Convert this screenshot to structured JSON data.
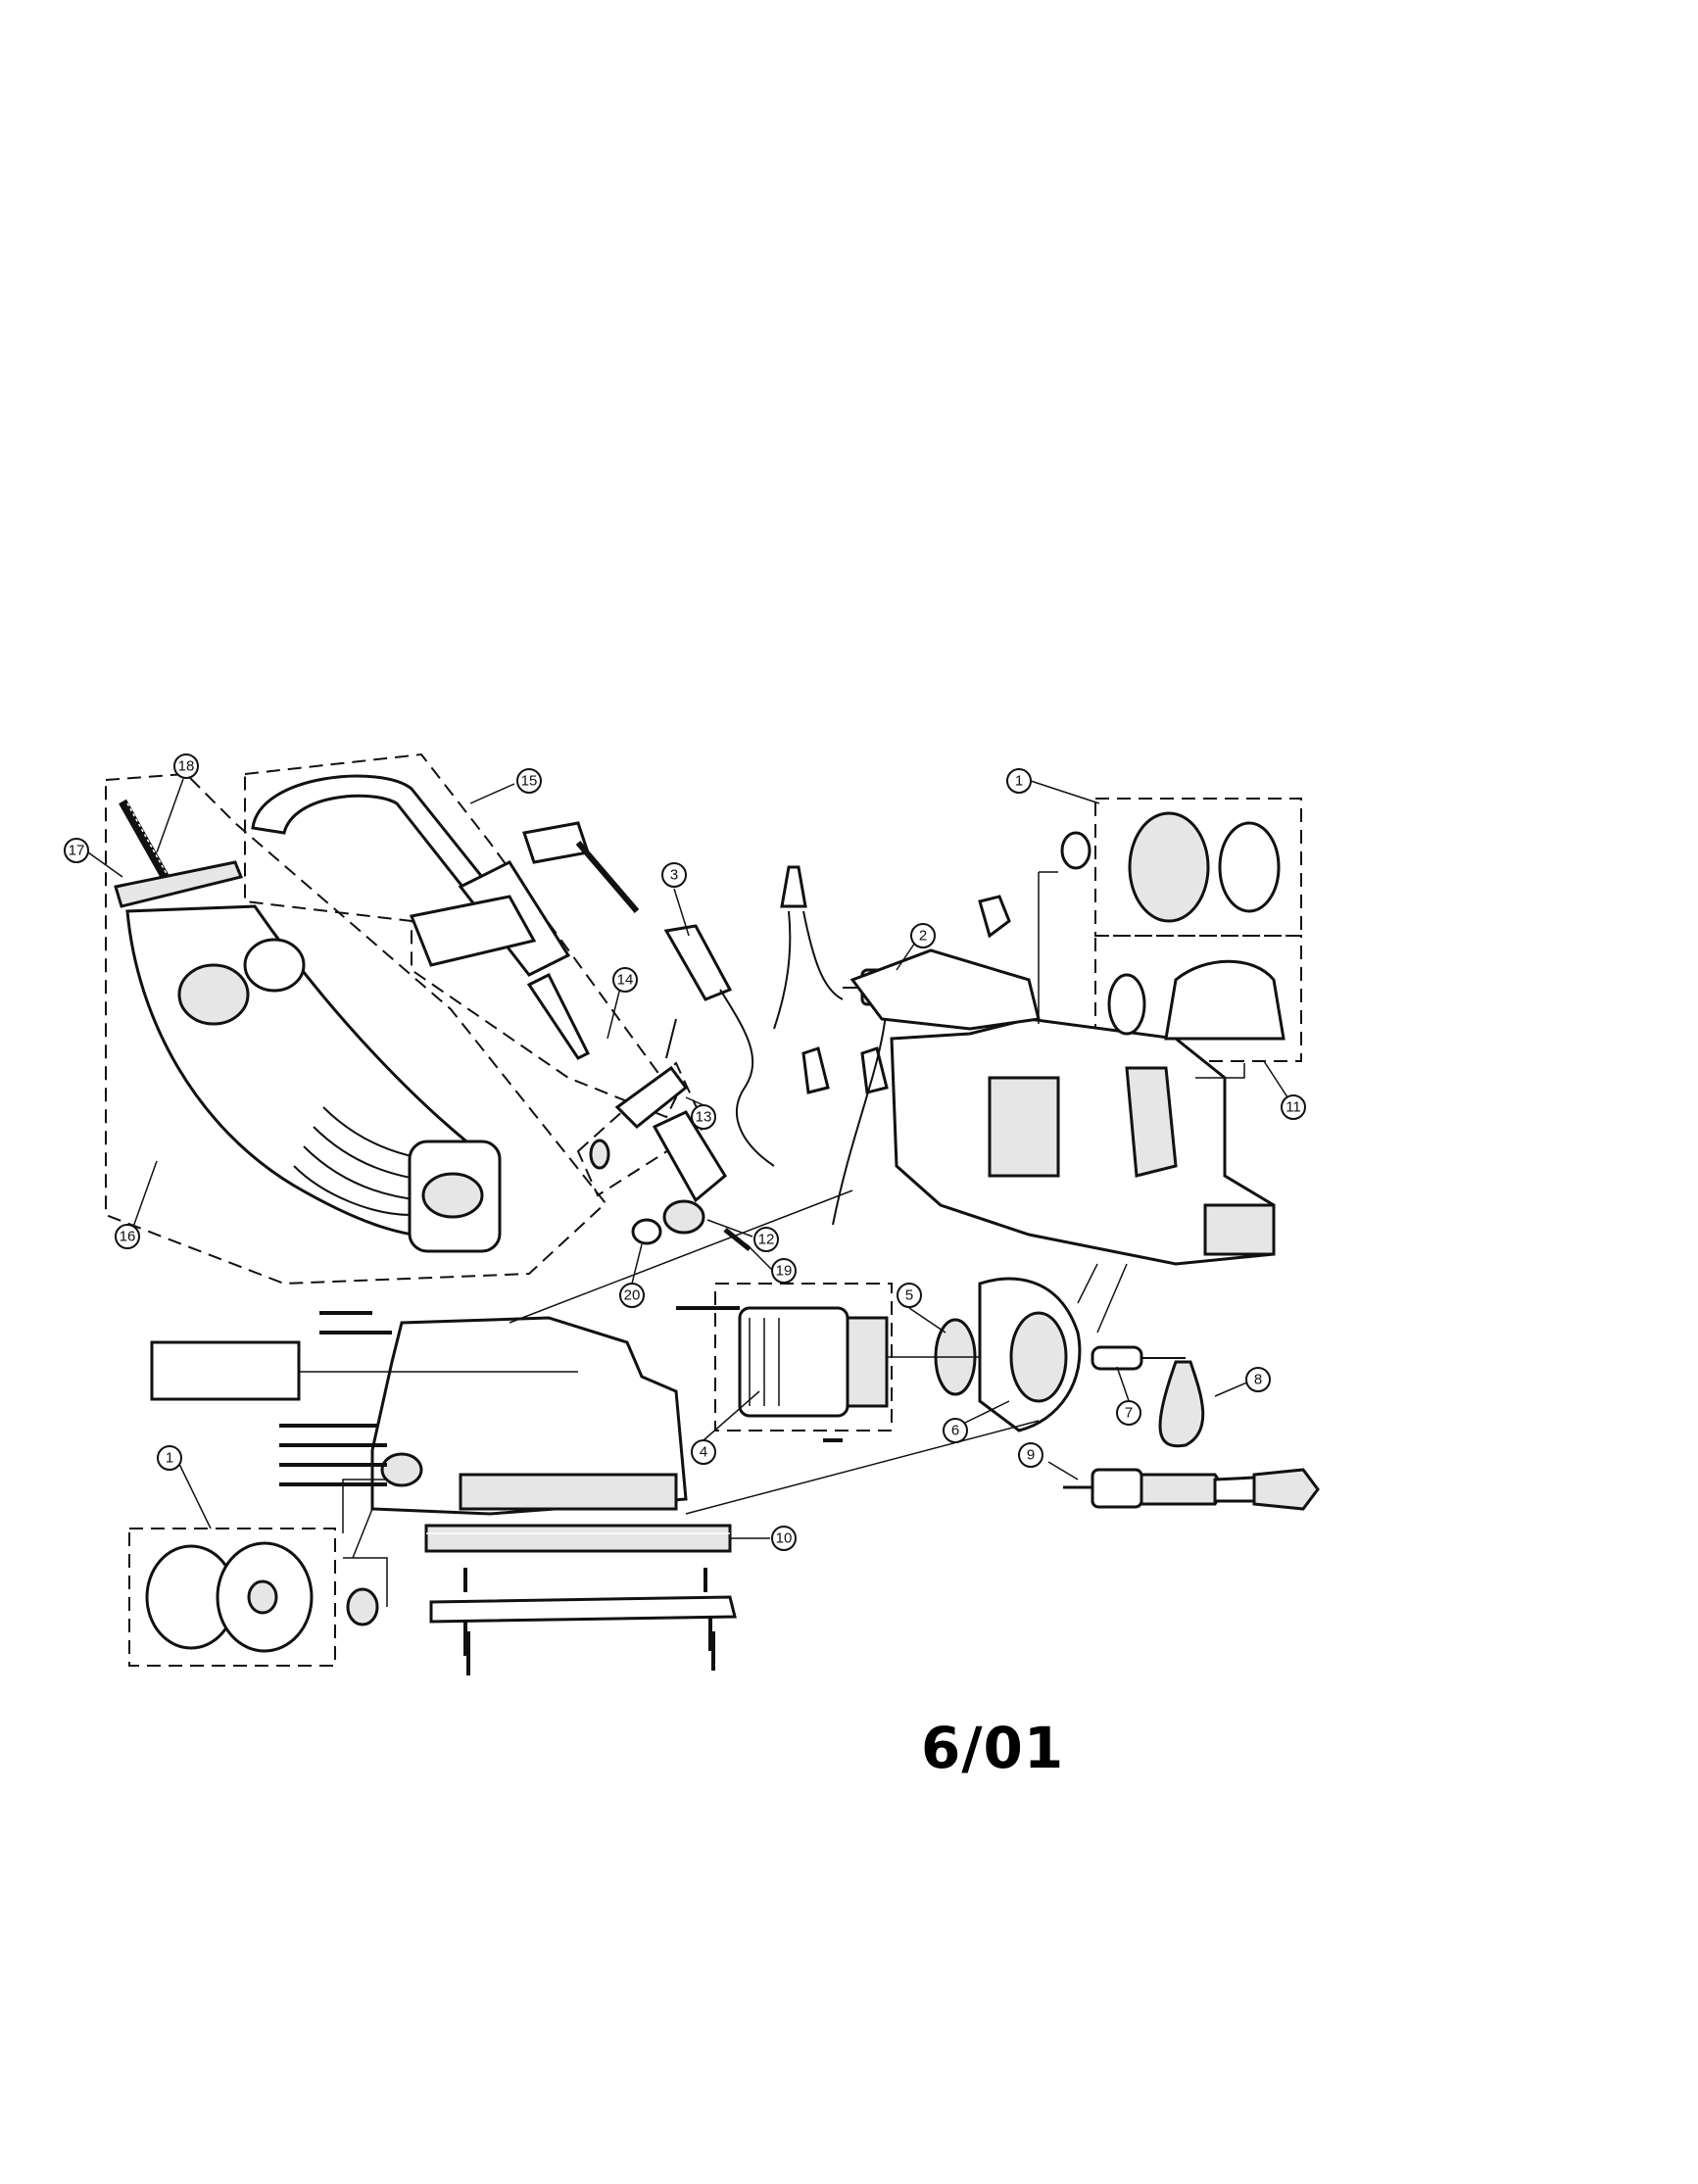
{
  "diagram": {
    "date_code": "6/01",
    "callouts": [
      {
        "id": "c1a",
        "label": "1"
      },
      {
        "id": "c1b",
        "label": "1"
      },
      {
        "id": "c2",
        "label": "2"
      },
      {
        "id": "c3",
        "label": "3"
      },
      {
        "id": "c4",
        "label": "4"
      },
      {
        "id": "c5",
        "label": "5"
      },
      {
        "id": "c6",
        "label": "6"
      },
      {
        "id": "c7",
        "label": "7"
      },
      {
        "id": "c8",
        "label": "8"
      },
      {
        "id": "c9",
        "label": "9"
      },
      {
        "id": "c10",
        "label": "10"
      },
      {
        "id": "c11",
        "label": "11"
      },
      {
        "id": "c12",
        "label": "12"
      },
      {
        "id": "c13",
        "label": "13"
      },
      {
        "id": "c14",
        "label": "14"
      },
      {
        "id": "c15",
        "label": "15"
      },
      {
        "id": "c16",
        "label": "16"
      },
      {
        "id": "c17",
        "label": "17"
      },
      {
        "id": "c18",
        "label": "18"
      },
      {
        "id": "c19",
        "label": "19"
      },
      {
        "id": "c20",
        "label": "20"
      }
    ]
  }
}
